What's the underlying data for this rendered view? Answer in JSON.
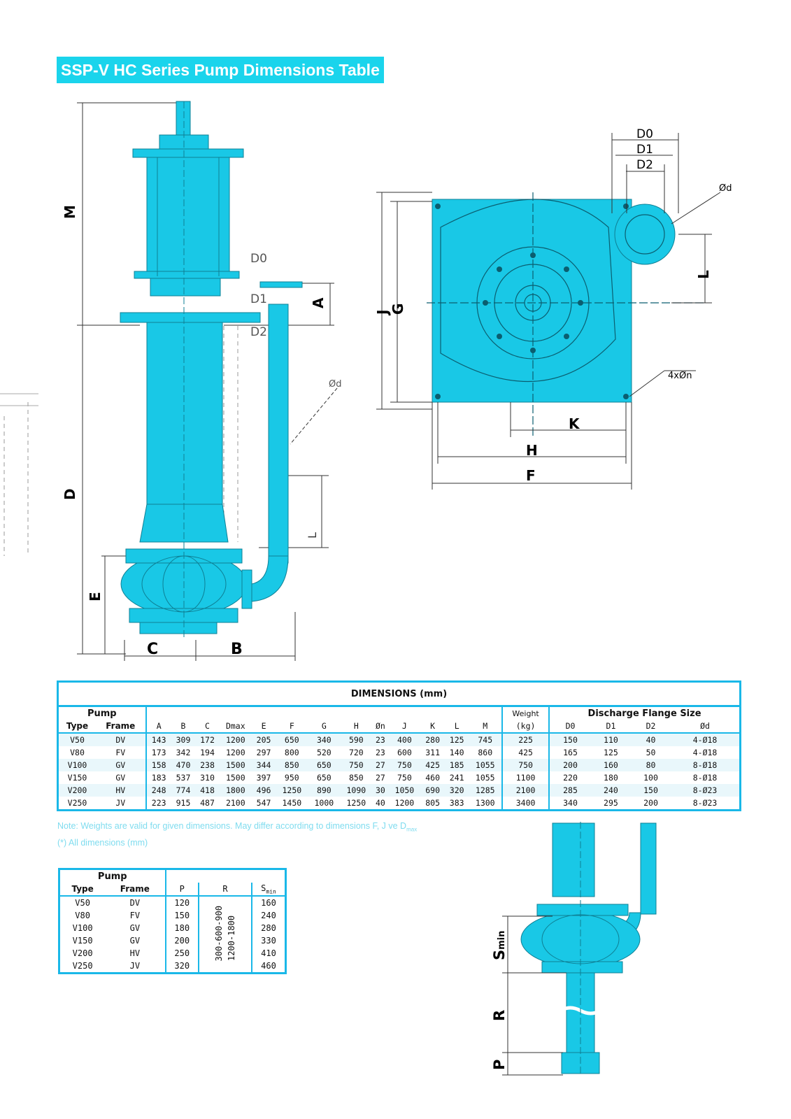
{
  "title": "SSP-V HC Series Pump Dimensions Table",
  "colors": {
    "accent": "#1ad4ec",
    "pump": "#19c8e6",
    "border": "#1ab8e8",
    "line": "#333333"
  },
  "side_view": {
    "labels": {
      "M": "M",
      "A": "A",
      "D": "D",
      "E": "E",
      "C": "C",
      "B": "B",
      "D0": "D0",
      "D1": "D1",
      "D2": "D2",
      "Od": "Ød",
      "L": "L"
    }
  },
  "top_view": {
    "labels": {
      "D0": "D0",
      "D1": "D1",
      "D2": "D2",
      "Od": "Ød",
      "L": "L",
      "J": "J",
      "G": "G",
      "holes": "4xØn",
      "K": "K",
      "H": "H",
      "F": "F"
    }
  },
  "install_view": {
    "labels": {
      "S": "S",
      "S_sub": "min",
      "R": "R",
      "P": "P"
    }
  },
  "dimensions": {
    "caption": "DIMENSIONS (mm)",
    "pump_label": "Pump",
    "type_label": "Type",
    "frame_label": "Frame",
    "weight_label": "Weight",
    "weight_unit": "(kg)",
    "flange_label": "Discharge Flange Size",
    "columns": [
      "A",
      "B",
      "C",
      "Dmax",
      "E",
      "F",
      "G",
      "H",
      "Øn",
      "J",
      "K",
      "L",
      "M"
    ],
    "flange_columns": [
      "D0",
      "D1",
      "D2",
      "Ød"
    ],
    "rows": [
      {
        "type": "V50",
        "frame": "DV",
        "values": [
          "143",
          "309",
          "172",
          "1200",
          "205",
          "650",
          "340",
          "590",
          "23",
          "400",
          "280",
          "125",
          "745"
        ],
        "weight": "225",
        "flange": [
          "150",
          "110",
          "40",
          "4-Ø18"
        ]
      },
      {
        "type": "V80",
        "frame": "FV",
        "values": [
          "173",
          "342",
          "194",
          "1200",
          "297",
          "800",
          "520",
          "720",
          "23",
          "600",
          "311",
          "140",
          "860"
        ],
        "weight": "425",
        "flange": [
          "165",
          "125",
          "50",
          "4-Ø18"
        ]
      },
      {
        "type": "V100",
        "frame": "GV",
        "values": [
          "158",
          "470",
          "238",
          "1500",
          "344",
          "850",
          "650",
          "750",
          "27",
          "750",
          "425",
          "185",
          "1055"
        ],
        "weight": "750",
        "flange": [
          "200",
          "160",
          "80",
          "8-Ø18"
        ]
      },
      {
        "type": "V150",
        "frame": "GV",
        "values": [
          "183",
          "537",
          "310",
          "1500",
          "397",
          "950",
          "650",
          "850",
          "27",
          "750",
          "460",
          "241",
          "1055"
        ],
        "weight": "1100",
        "flange": [
          "220",
          "180",
          "100",
          "8-Ø18"
        ]
      },
      {
        "type": "V200",
        "frame": "HV",
        "values": [
          "248",
          "774",
          "418",
          "1800",
          "496",
          "1250",
          "890",
          "1090",
          "30",
          "1050",
          "690",
          "320",
          "1285"
        ],
        "weight": "2100",
        "flange": [
          "285",
          "240",
          "150",
          "8-Ø23"
        ]
      },
      {
        "type": "V250",
        "frame": "JV",
        "values": [
          "223",
          "915",
          "487",
          "2100",
          "547",
          "1450",
          "1000",
          "1250",
          "40",
          "1200",
          "805",
          "383",
          "1300"
        ],
        "weight": "3400",
        "flange": [
          "340",
          "295",
          "200",
          "8-Ø23"
        ]
      }
    ]
  },
  "note": {
    "line1": "Note: Weights are valid for given dimensions. May differ according to dimensions F, J ve D",
    "line1_sub": "max",
    "line2": "(*) All dimensions (mm)"
  },
  "install_table": {
    "pump_label": "Pump",
    "type_label": "Type",
    "frame_label": "Frame",
    "p_label": "P",
    "r_label": "R",
    "s_label": "S",
    "s_sub": "min",
    "r_values": [
      "300-600-900",
      "1200-1800"
    ],
    "rows": [
      {
        "type": "V50",
        "frame": "DV",
        "p": "120",
        "s": "160"
      },
      {
        "type": "V80",
        "frame": "FV",
        "p": "150",
        "s": "240"
      },
      {
        "type": "V100",
        "frame": "GV",
        "p": "180",
        "s": "280"
      },
      {
        "type": "V150",
        "frame": "GV",
        "p": "200",
        "s": "330"
      },
      {
        "type": "V200",
        "frame": "HV",
        "p": "250",
        "s": "410"
      },
      {
        "type": "V250",
        "frame": "JV",
        "p": "320",
        "s": "460"
      }
    ]
  }
}
